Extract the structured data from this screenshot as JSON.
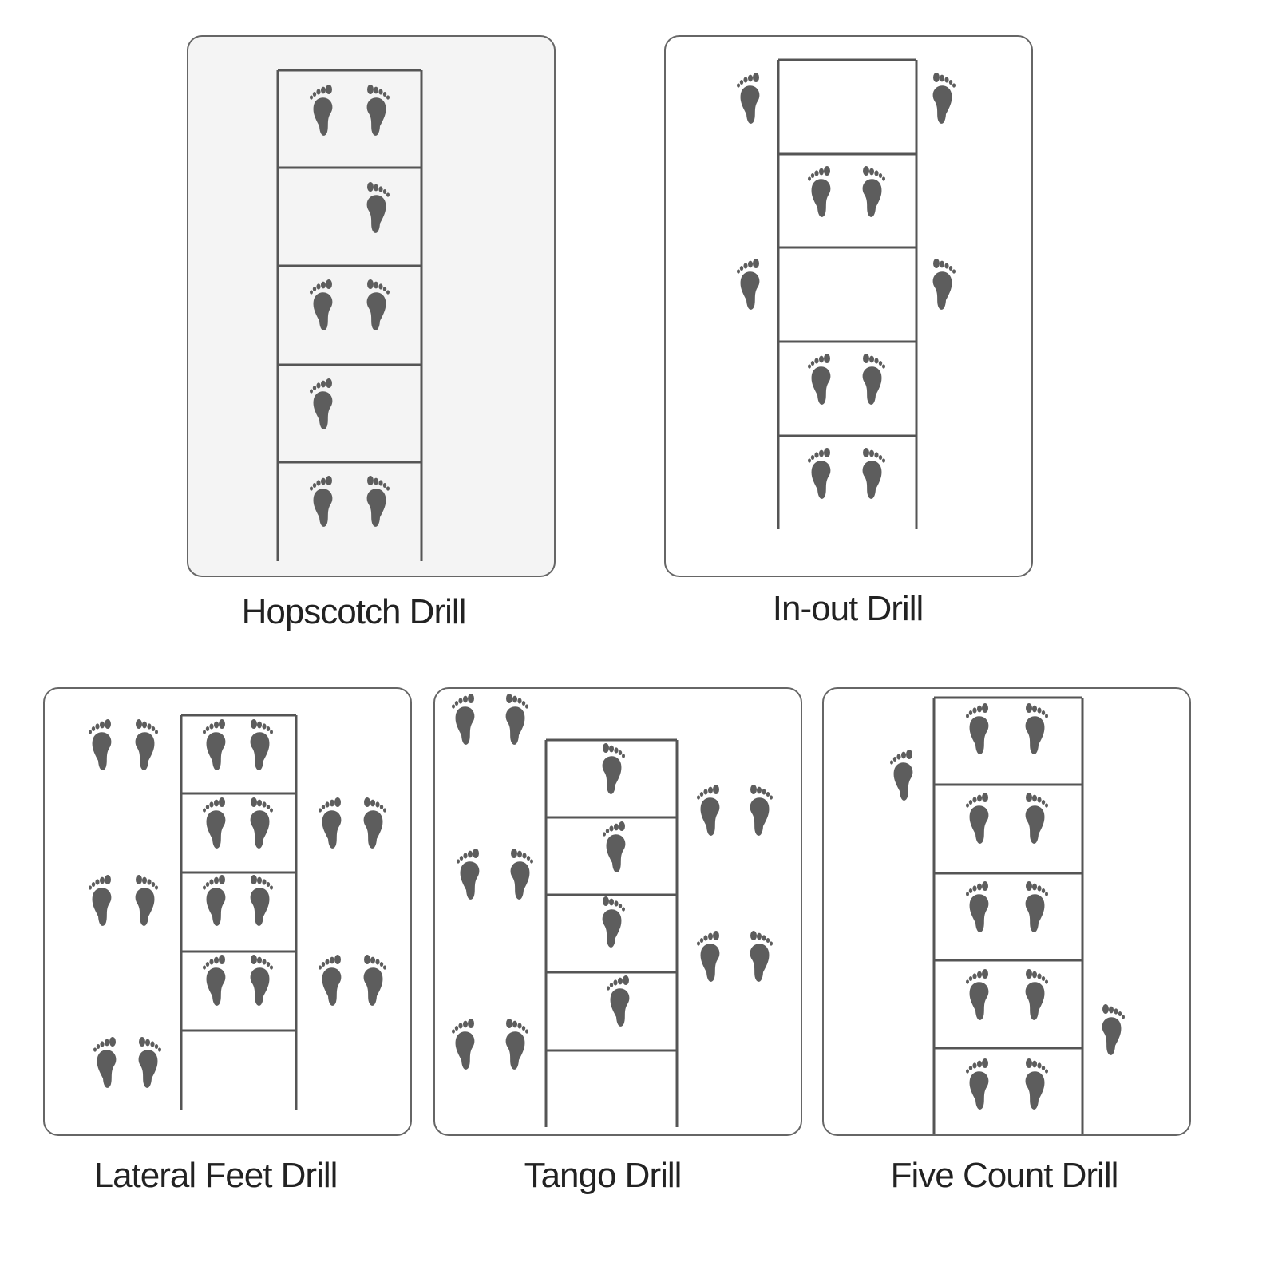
{
  "colors": {
    "foot": "#5d5d5d",
    "ladder": "#555555",
    "frame": "#666666",
    "panel_tint": "#f4f4f4",
    "panel_white": "#ffffff",
    "label": "#222222"
  },
  "icons": {
    "left": "left-footprint-icon",
    "right": "right-footprint-icon"
  },
  "panels": [
    {
      "key": "hopscotch",
      "label": "Hopscotch Drill",
      "tinted": true,
      "rungs": 5,
      "right_open": false
    },
    {
      "key": "in-out",
      "label": "In-out Drill",
      "tinted": false,
      "rungs": 5,
      "right_open": false
    },
    {
      "key": "lateral",
      "label": "Lateral Feet Drill",
      "tinted": false,
      "rungs": 5,
      "right_open": false
    },
    {
      "key": "tango",
      "label": "Tango Drill",
      "tinted": false,
      "rungs": 5,
      "right_open": false
    },
    {
      "key": "five-count",
      "label": "Five Count Drill",
      "tinted": false,
      "rungs": 5,
      "right_open": false
    }
  ]
}
